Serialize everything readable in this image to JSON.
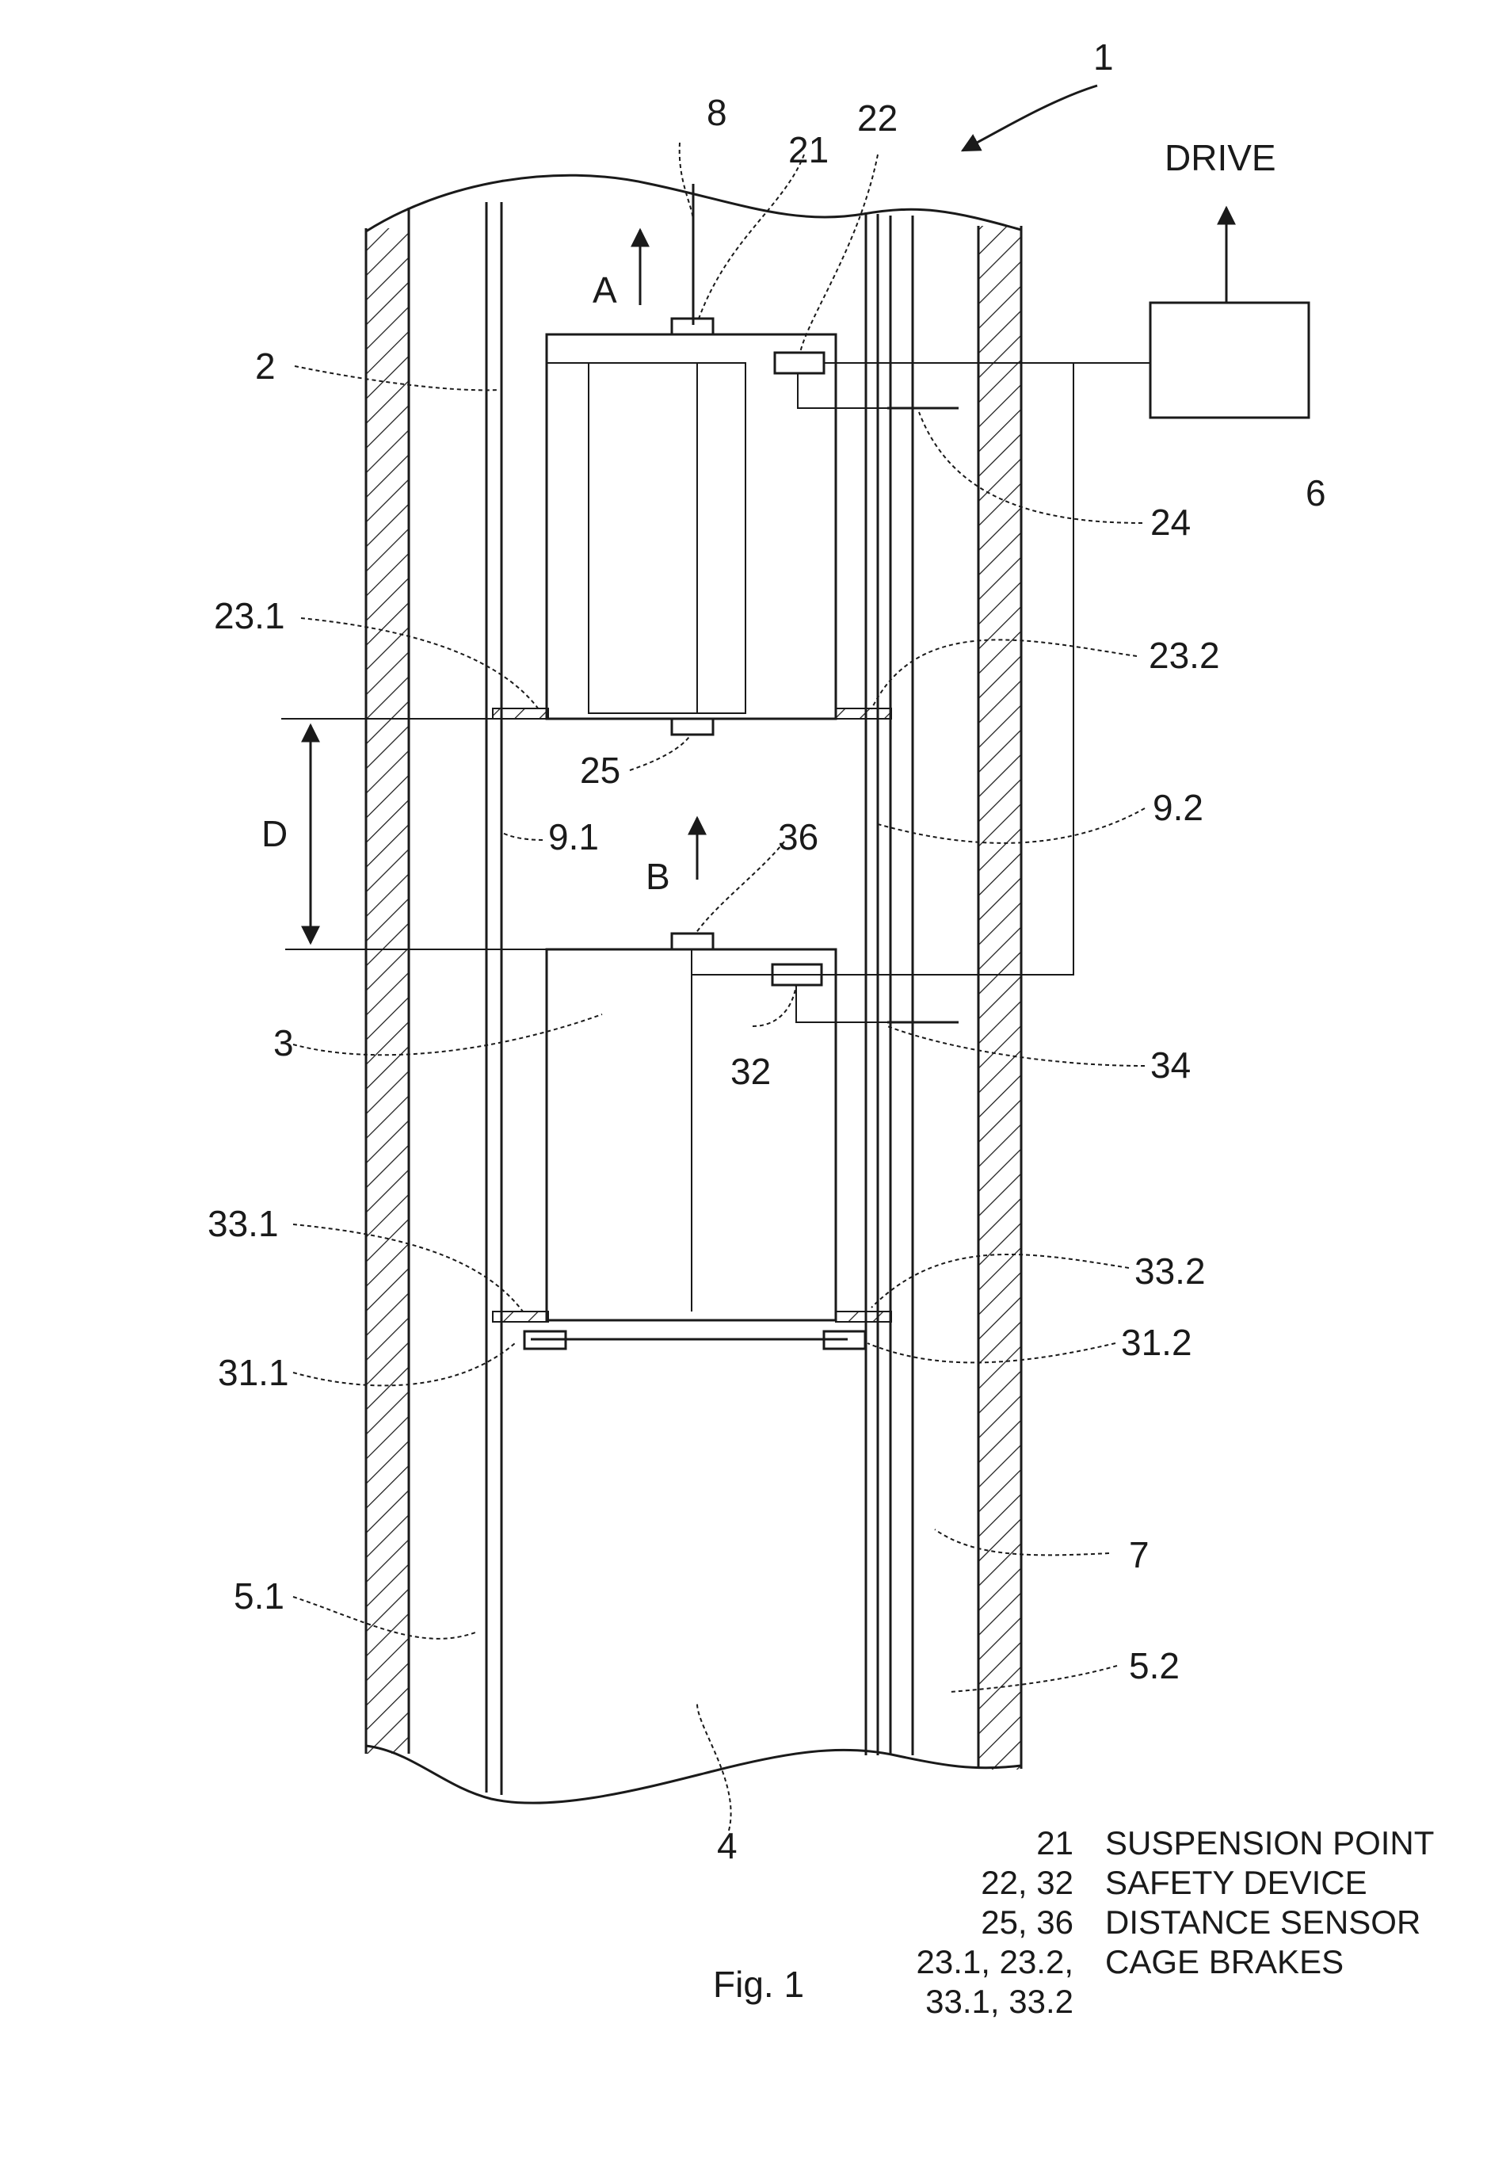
{
  "drive_label": "DRIVE",
  "figure_caption": "Fig. 1",
  "labels": {
    "l1": "1",
    "l8": "8",
    "l21": "21",
    "l22": "22",
    "lA": "A",
    "lB": "B",
    "lD": "D",
    "l2": "2",
    "l3": "3",
    "l4": "4",
    "l6": "6",
    "l7": "7",
    "l24": "24",
    "l25": "25",
    "l32": "32",
    "l34": "34",
    "l36": "36",
    "l231": "23.1",
    "l232": "23.2",
    "l91": "9.1",
    "l92": "9.2",
    "l331": "33.1",
    "l332": "33.2",
    "l311": "31.1",
    "l312": "31.2",
    "l51": "5.1",
    "l52": "5.2"
  },
  "legend": [
    {
      "numbers": "21",
      "text": "SUSPENSION POINT"
    },
    {
      "numbers": "22, 32",
      "text": "SAFETY DEVICE"
    },
    {
      "numbers": "25, 36",
      "text": "DISTANCE SENSOR"
    },
    {
      "numbers": "23.1, 23.2,",
      "text": "CAGE BRAKES"
    },
    {
      "numbers": "33.1, 33.2",
      "text": ""
    }
  ]
}
